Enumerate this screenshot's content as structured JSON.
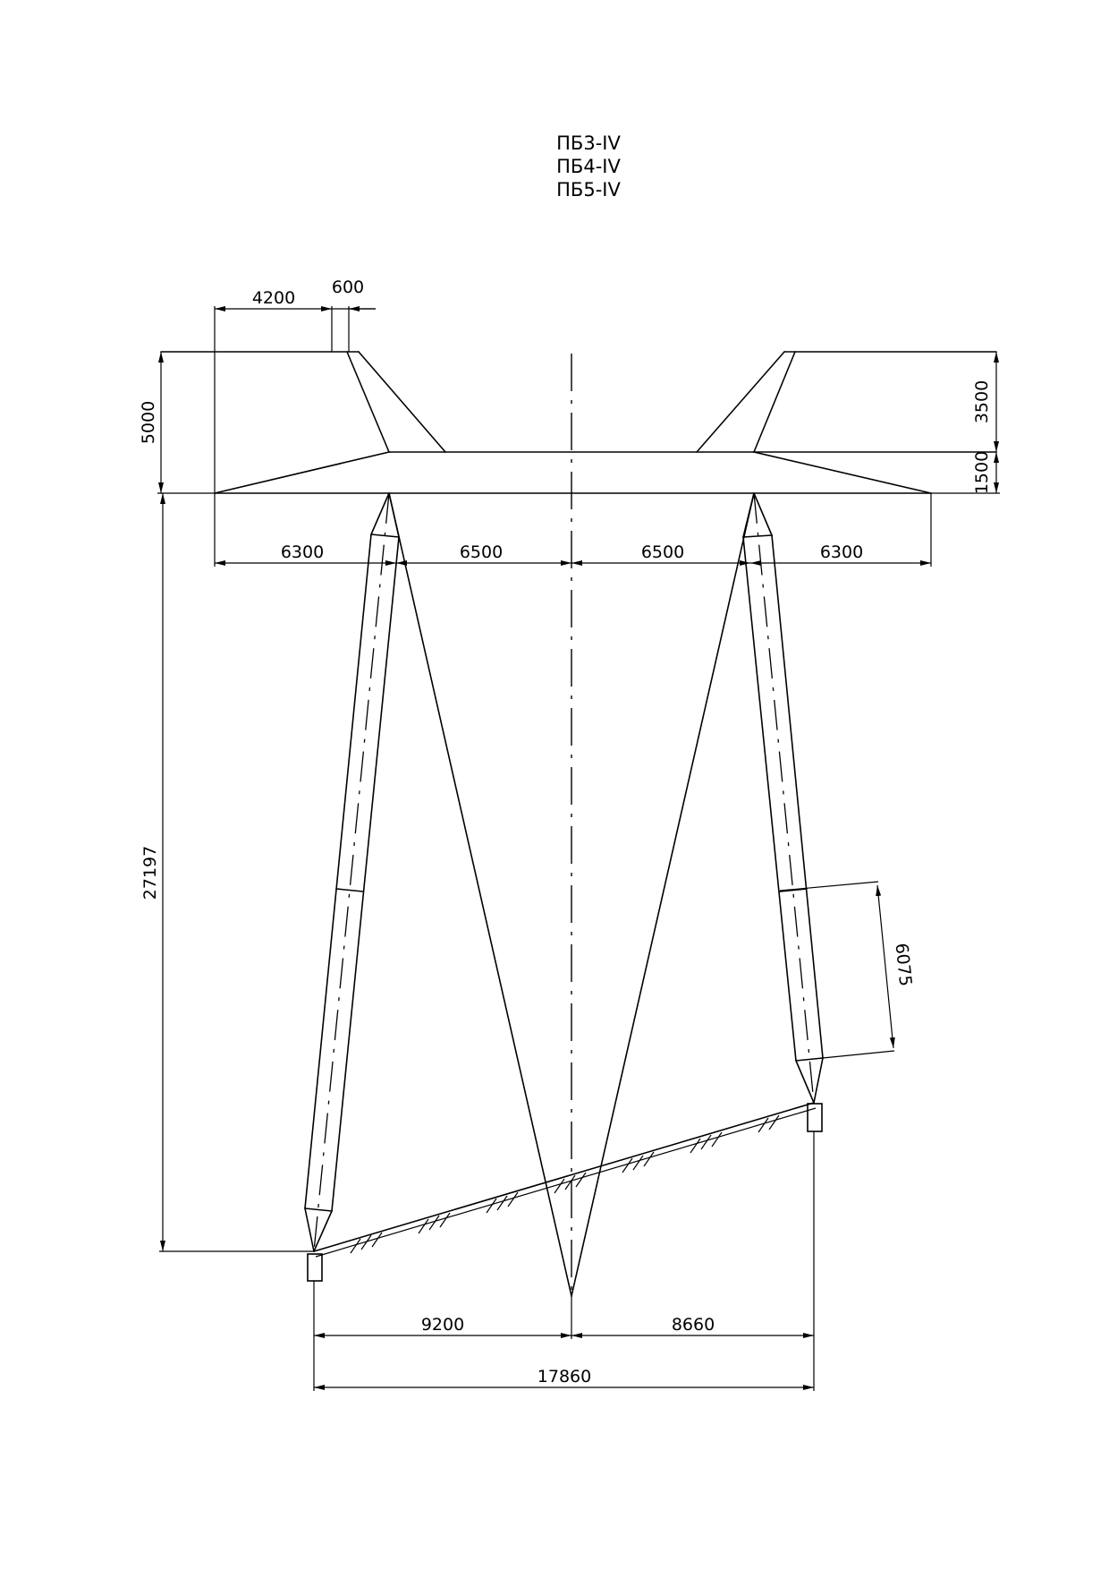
{
  "titles": [
    "ПБ3-IV",
    "ПБ4-IV",
    "ПБ5-IV"
  ],
  "dimensions": {
    "d4200": "4200",
    "d600": "600",
    "d5000": "5000",
    "d3500": "3500",
    "d1500": "1500",
    "d27197": "27197",
    "d6300_left": "6300",
    "d6500_left": "6500",
    "d6500_right": "6500",
    "d6300_right": "6300",
    "d6075": "6075",
    "d9200": "9200",
    "d8660": "8660",
    "d17860": "17860"
  }
}
